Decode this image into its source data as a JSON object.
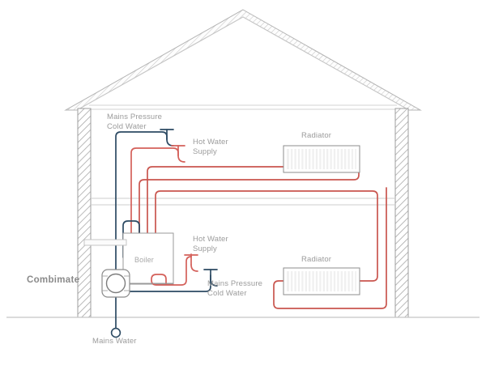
{
  "diagram": {
    "title": "Combimate boiler system house cross-section",
    "background_color": "#ffffff",
    "colors": {
      "cold_water_pipe": "#2c4a63",
      "hot_water_pipe": "#d4605a",
      "heating_flow_pipe": "#c9564f",
      "wall_outline": "#a0a0a0",
      "roof_outline": "#b0b0b0",
      "label_text": "#9b9b9b",
      "floor_line": "#c8c8c8",
      "radiator_body": "#8e8e8e",
      "radiator_fin": "#d6d6d6"
    },
    "labels": {
      "mains_pressure_cold_water_top": "Mains Pressure\nCold Water",
      "hot_water_supply_top": "Hot Water\nSupply",
      "radiator_upper": "Radiator",
      "radiator_lower": "Radiator",
      "boiler": "Boiler",
      "combimate": "Combimate",
      "hot_water_supply_bottom": "Hot Water\nSupply",
      "mains_pressure_cold_water_bottom": "Mains Pressure\nCold Water",
      "mains_water": "Mains Water"
    },
    "components": [
      {
        "name": "roof",
        "type": "gable-roof"
      },
      {
        "name": "left-wall",
        "type": "hatched-wall"
      },
      {
        "name": "right-wall",
        "type": "hatched-wall"
      },
      {
        "name": "ground-line",
        "type": "line"
      },
      {
        "name": "ceiling-line",
        "type": "line"
      },
      {
        "name": "boiler",
        "type": "box",
        "label": "Boiler"
      },
      {
        "name": "combimate-unit",
        "type": "inline-device",
        "label": "Combimate"
      },
      {
        "name": "radiator-upper",
        "type": "radiator",
        "fins": 19
      },
      {
        "name": "radiator-lower",
        "type": "radiator",
        "fins": 19
      },
      {
        "name": "tap-hot-upper",
        "type": "tap",
        "fluid": "hot"
      },
      {
        "name": "tap-cold-upper",
        "type": "tap",
        "fluid": "cold"
      },
      {
        "name": "tap-hot-lower",
        "type": "tap",
        "fluid": "hot"
      },
      {
        "name": "tap-cold-lower",
        "type": "tap",
        "fluid": "cold"
      },
      {
        "name": "mains-water-inlet",
        "type": "circle-terminal",
        "label": "Mains Water"
      }
    ]
  }
}
